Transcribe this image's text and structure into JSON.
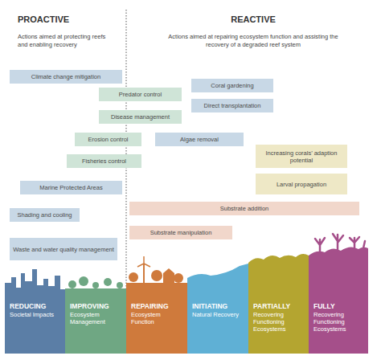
{
  "diagram": {
    "nodes": [
      {
        "text": [
          "Climate change mitigation"
        ]
      },
      {
        "text": [
          "Coral gardening"
        ]
      },
      {
        "text": [
          "Predator control"
        ]
      },
      {
        "text": [
          "Direct transplantation"
        ]
      },
      {
        "text": [
          "Disease management"
        ]
      },
      {
        "text": [
          "Erosion control"
        ]
      },
      {
        "text": [
          "Algae removal"
        ]
      },
      {
        "text": [
          "Increasing corals’ adaption potential"
        ]
      },
      {
        "text": [
          "Fisheries control"
        ]
      },
      {
        "text": [
          "Larval propagation"
        ]
      },
      {
        "text": [
          "Marine Protected Areas"
        ]
      },
      {
        "text": [
          "Substrate addition"
        ]
      },
      {
        "text": [
          "Shading and cooling"
        ]
      },
      {
        "text": [
          "Substrate manipulation"
        ]
      },
      {
        "text": [
          "Waste and water quality management"
        ]
      },
      {
        "text": [
          "REDUCING",
          "Societal Impacts"
        ]
      },
      {
        "text": [
          "IMPROVING",
          "Ecosystem Management"
        ]
      },
      {
        "text": [
          "REPAIRING",
          "Ecosystem Function"
        ]
      },
      {
        "text": [
          "INITIATING",
          "Natural Recovery"
        ]
      },
      {
        "text": [
          "PARTIALLY",
          "Recovering Functioning Ecosystems"
        ]
      },
      {
        "text": [
          "FULLY",
          "Recovering Functioning Ecosystems"
        ]
      }
    ],
    "labels": [
      "PROACTIVE",
      "Actions aimed at protecting reefs and enabling recovery",
      "REACTIVE",
      "Actions aimed at repairing ecosystem function and assisting the recovery of a degraded reef system"
    ]
  }
}
